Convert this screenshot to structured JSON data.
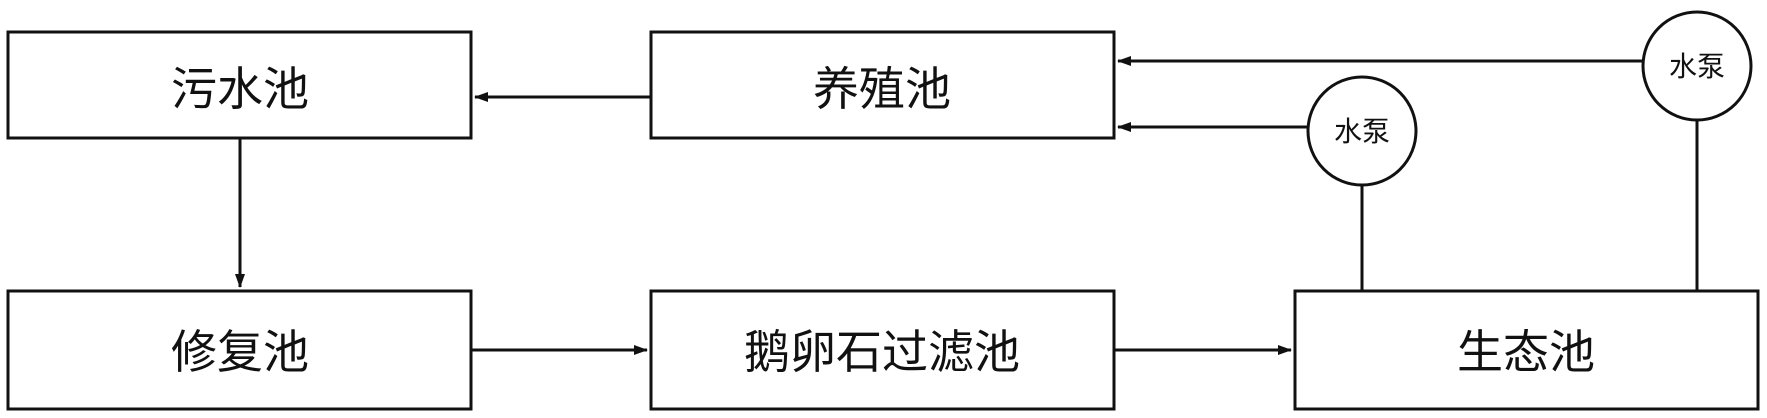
{
  "nodes": {
    "sewage_pool": {
      "label": "污水池"
    },
    "breeding_pool": {
      "label": "养殖池"
    },
    "repair_pool": {
      "label": "修复池"
    },
    "pebble_filter_pool": {
      "label": "鹅卵石过滤池"
    },
    "ecological_pool": {
      "label": "生态池"
    }
  },
  "pumps": [
    {
      "label": "水泵"
    },
    {
      "label": "水泵"
    }
  ],
  "colors": {
    "line": "#111111",
    "background": "#ffffff"
  }
}
